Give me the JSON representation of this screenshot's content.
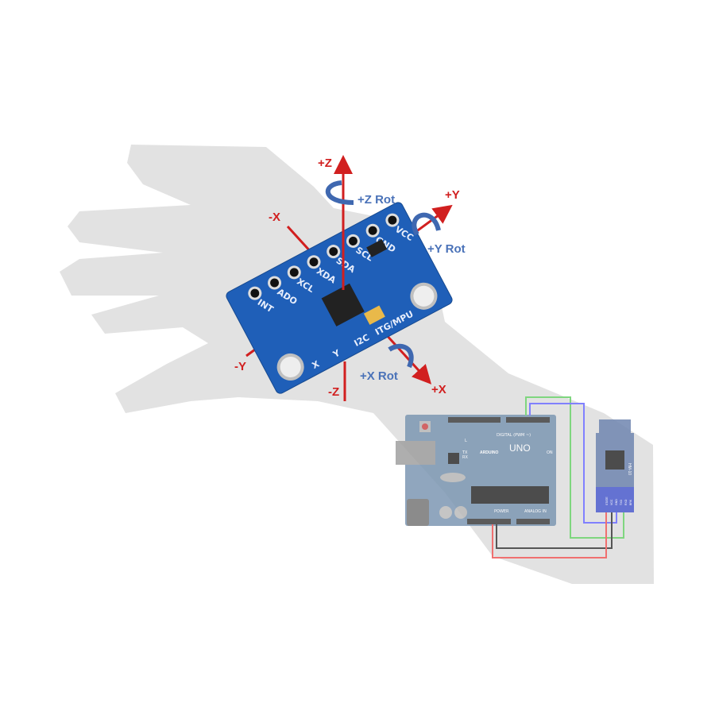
{
  "axes": {
    "plus_z": "+Z",
    "minus_z": "-Z",
    "plus_x": "+X",
    "minus_x": "-X",
    "plus_y": "+Y",
    "minus_y": "-Y"
  },
  "rotations": {
    "z": "+Z Rot",
    "y": "+Y Rot",
    "x": "+X Rot"
  },
  "sensor_board": {
    "pins": [
      "VCC",
      "GND",
      "SCL",
      "SDA",
      "XDA",
      "XCL",
      "ADO",
      "INT"
    ],
    "chip_label": "ITG/MPU",
    "bottom_labels": [
      "X",
      "Y",
      "I2C"
    ]
  },
  "arduino": {
    "brand": "ARDUINO",
    "model": "UNO",
    "digital_label": "DIGITAL (PWM ~)",
    "power_label": "POWER",
    "analog_label": "ANALOG IN",
    "on_label": "ON",
    "led_labels": [
      "L",
      "TX",
      "RX"
    ]
  },
  "bluetooth_module": {
    "name": "HM-10",
    "pins": [
      "STATE",
      "VCC",
      "GND",
      "TXD",
      "RXD",
      "BRK"
    ]
  },
  "colors": {
    "axis": "#d11f1f",
    "rotation": "#4a72b8",
    "hand": "#e2e2e2",
    "board": "#1f5fb8",
    "arduino": "#7d97b3",
    "wire_green": "#7fd67f",
    "wire_blue": "#8080ff",
    "wire_black": "#555555",
    "wire_red": "#f07070"
  }
}
